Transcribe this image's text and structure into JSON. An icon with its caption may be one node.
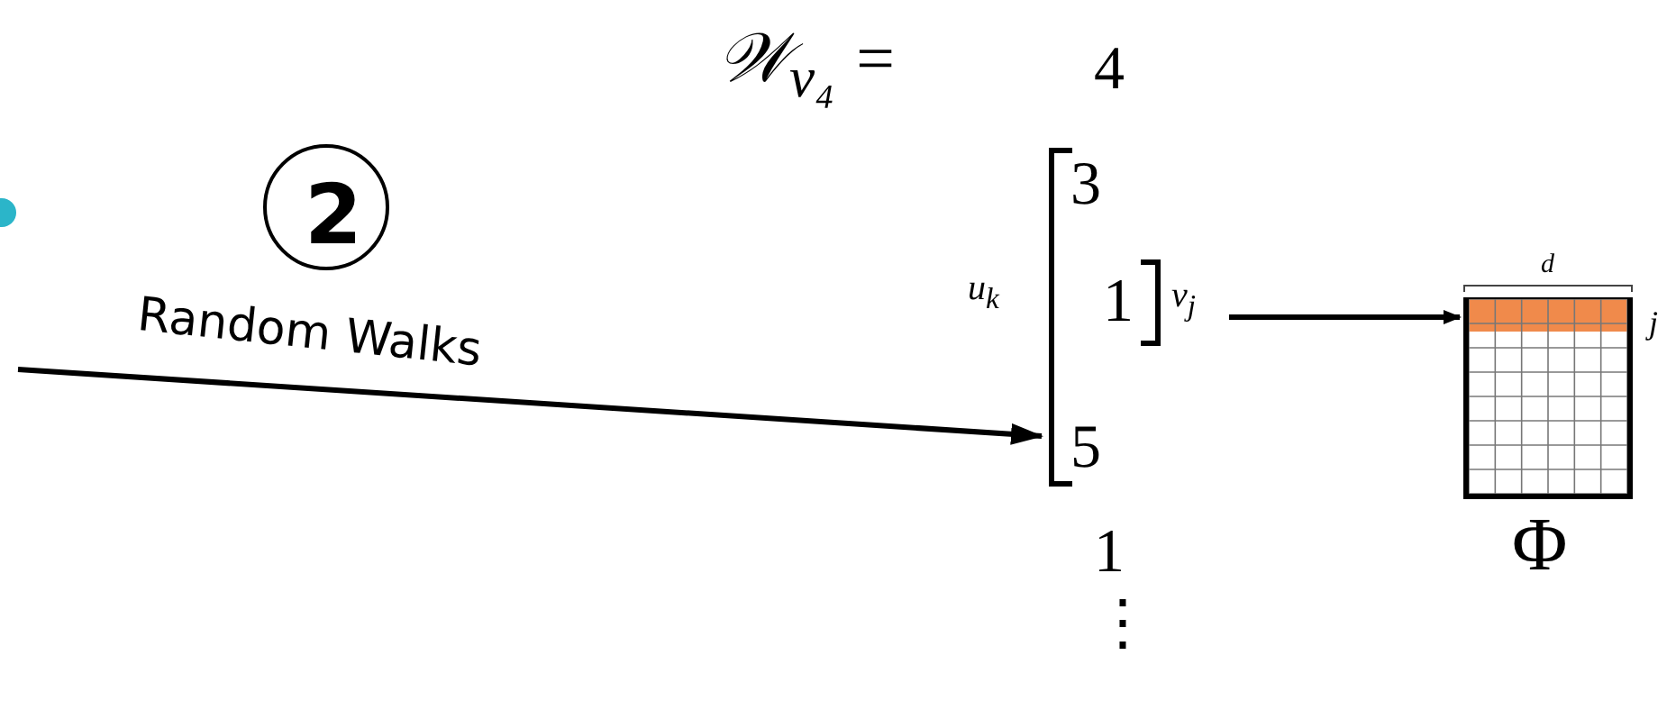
{
  "diagram": {
    "nodes": [
      {
        "text": [],
        "shape": "circle"
      },
      {
        "text": [
          "2"
        ],
        "beside": [
          "Random Walks"
        ]
      },
      {
        "text": [
          "3",
          "5"
        ],
        "beside": [
          "u$_{k}$"
        ]
      },
      {
        "text": [
          "1"
        ],
        "beside": [
          "v$_{j}$"
        ],
        "in": 2
      },
      {
        "text": [
          "d"
        ],
        "beside": [
          "j",
          "Φ"
        ]
      }
    ],
    "edges": [
      {
        "from": null,
        "to": 2,
        "arrow": "to"
      },
      {
        "from": 3,
        "to": 4,
        "arrow": "to"
      }
    ],
    "labels": [
      "𝒲$_{v₄}$ =",
      "4",
      "1",
      "⋮"
    ]
  }
}
